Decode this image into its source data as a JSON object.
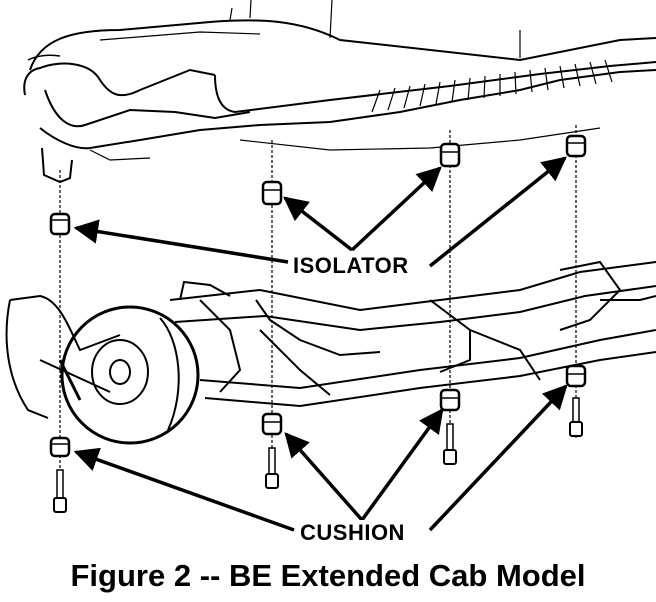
{
  "labels": {
    "isolator": "ISOLATOR",
    "cushion": "CUSHION"
  },
  "caption": "Figure 2 -- BE Extended Cab Model",
  "colors": {
    "ink": "#000000",
    "paper": "#ffffff"
  }
}
